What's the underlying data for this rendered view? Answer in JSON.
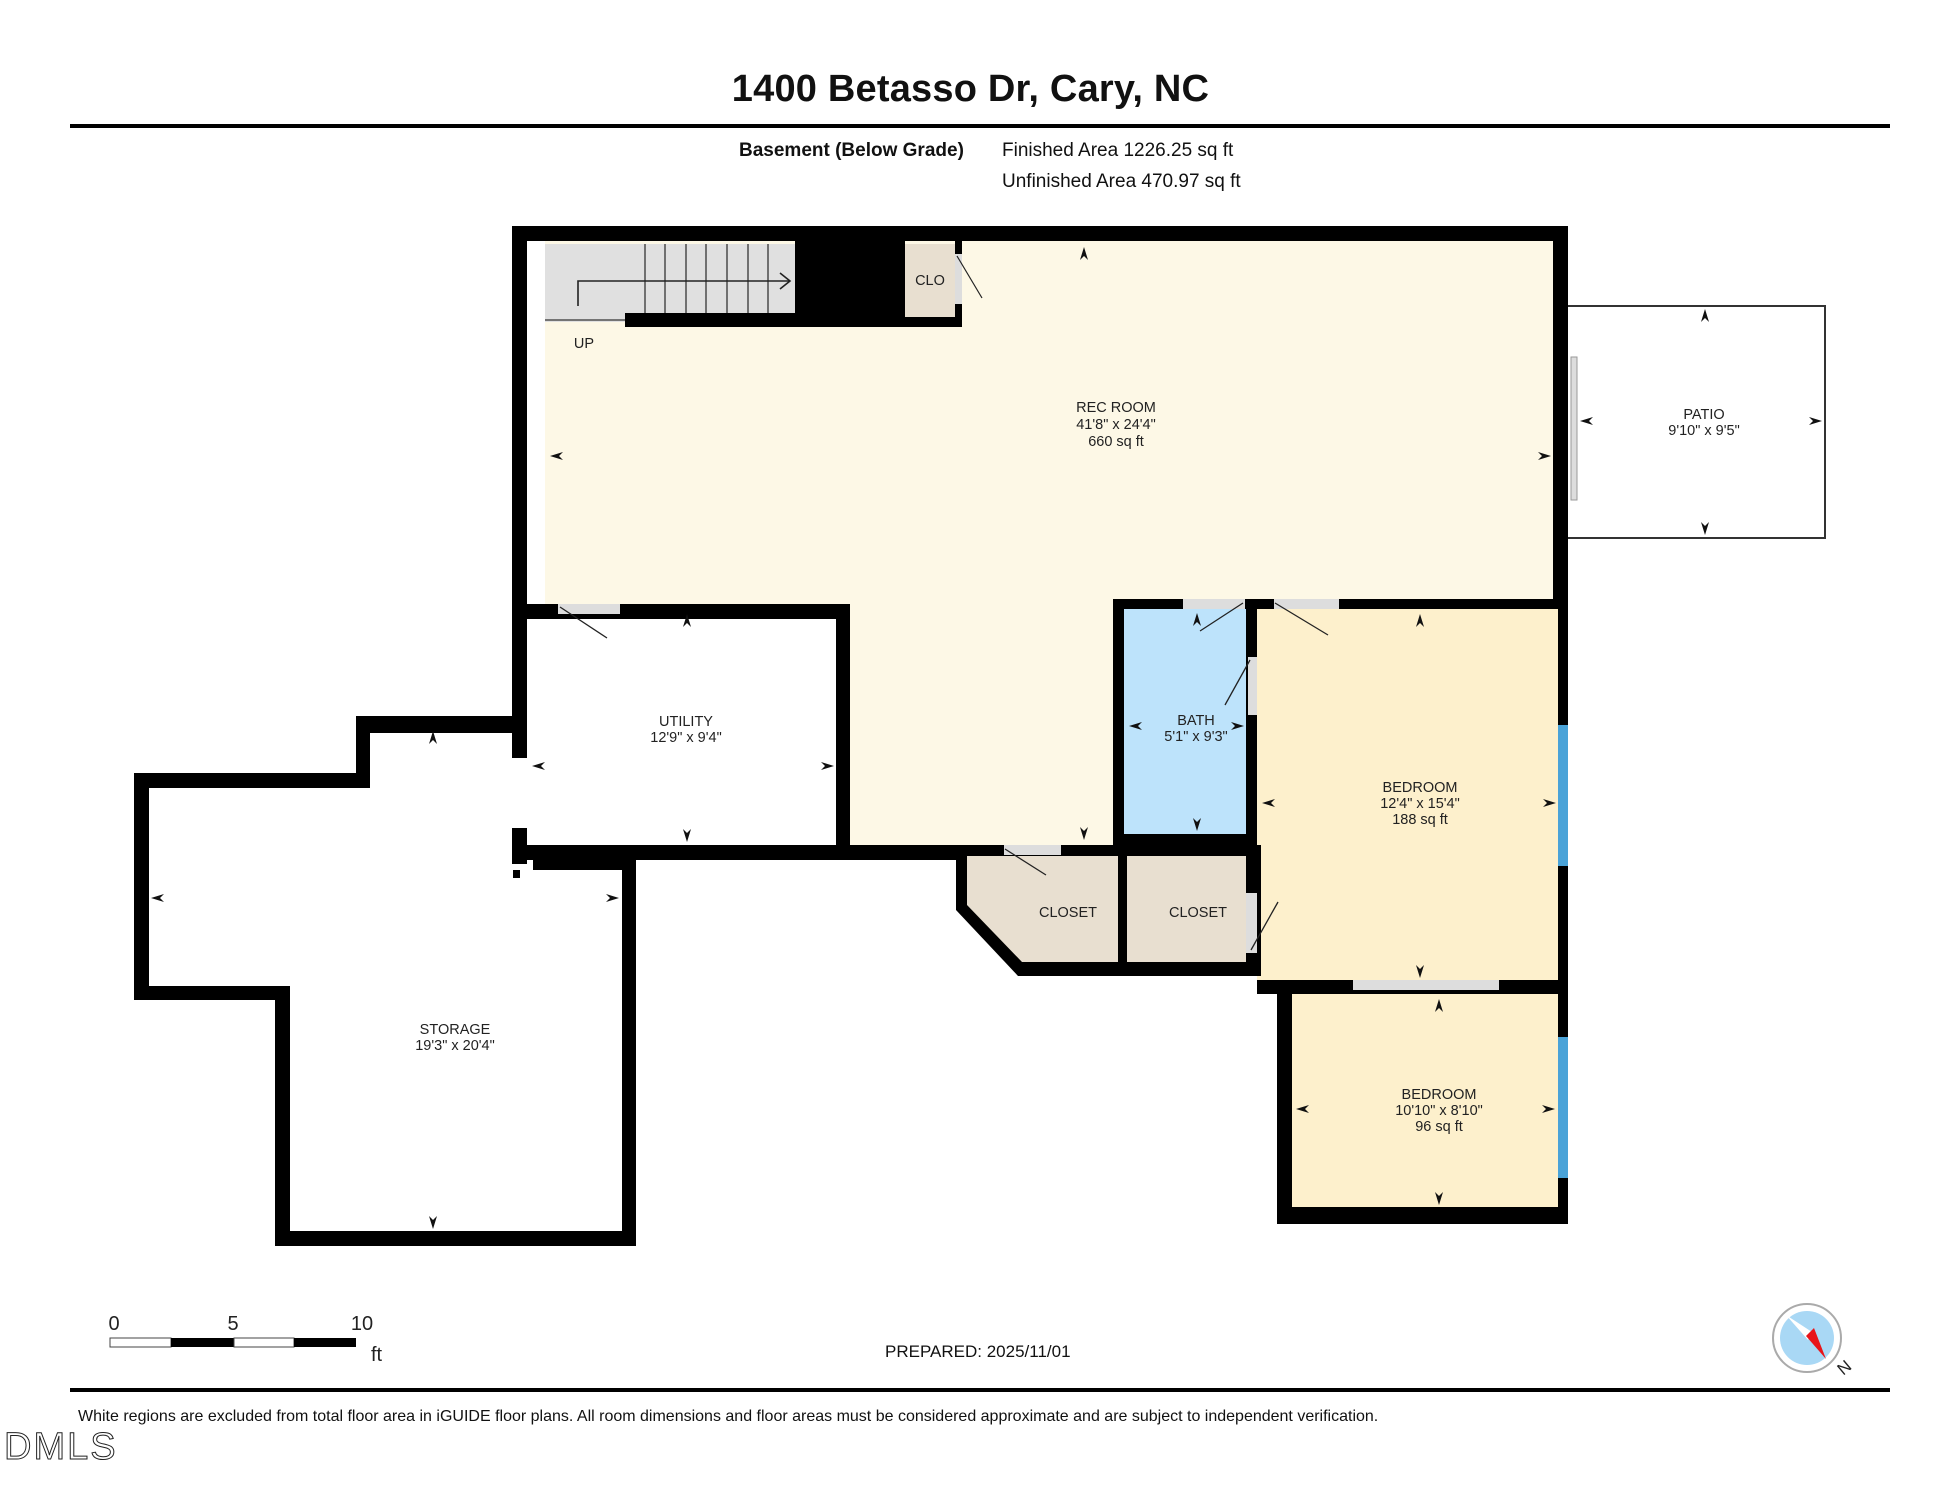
{
  "header": {
    "title": "1400 Betasso Dr, Cary, NC",
    "level_label": "Basement (Below Grade)",
    "finished_area": "Finished Area 1226.25 sq ft",
    "unfinished_area": "Unfinished Area 470.97 sq ft"
  },
  "rooms": {
    "rec_room": {
      "name": "REC ROOM",
      "dims": "41'8\" x 24'4\"",
      "area": "660 sq ft"
    },
    "closet_small": {
      "name": "CLO"
    },
    "stairs": {
      "label": "UP"
    },
    "patio": {
      "name": "PATIO",
      "dims": "9'10\" x 9'5\""
    },
    "utility": {
      "name": "UTILITY",
      "dims": "12'9\" x 9'4\""
    },
    "bath": {
      "name": "BATH",
      "dims": "5'1\" x 9'3\""
    },
    "bedroom_1": {
      "name": "BEDROOM",
      "dims": "12'4\" x 15'4\"",
      "area": "188 sq ft"
    },
    "closet_1": {
      "name": "CLOSET"
    },
    "closet_2": {
      "name": "CLOSET"
    },
    "bedroom_2": {
      "name": "BEDROOM",
      "dims": "10'10\" x 8'10\"",
      "area": "96 sq ft"
    },
    "storage": {
      "name": "STORAGE",
      "dims": "19'3\" x 20'4\""
    }
  },
  "colors": {
    "wall": "#000000",
    "rec_room_fill": "#fdf8e6",
    "bedroom_fill": "#fdf0cc",
    "bath_fill": "#bde3fb",
    "closet_fill": "#e8dfd0",
    "stairs_fill": "#e0e0e0",
    "window": "#4aa3d8",
    "compass_fill": "#a9d8f5",
    "compass_needle": "#e8141a"
  },
  "scale_bar": {
    "labels": [
      "0",
      "5",
      "10"
    ],
    "unit": "ft"
  },
  "prepared": "PREPARED: 2025/11/01",
  "compass": {
    "label": "N"
  },
  "footer": {
    "disclaimer": "White regions are excluded from total floor area in iGUIDE floor plans. All room dimensions and floor areas must be considered approximate and are subject to independent verification.",
    "watermark": "DMLS"
  }
}
